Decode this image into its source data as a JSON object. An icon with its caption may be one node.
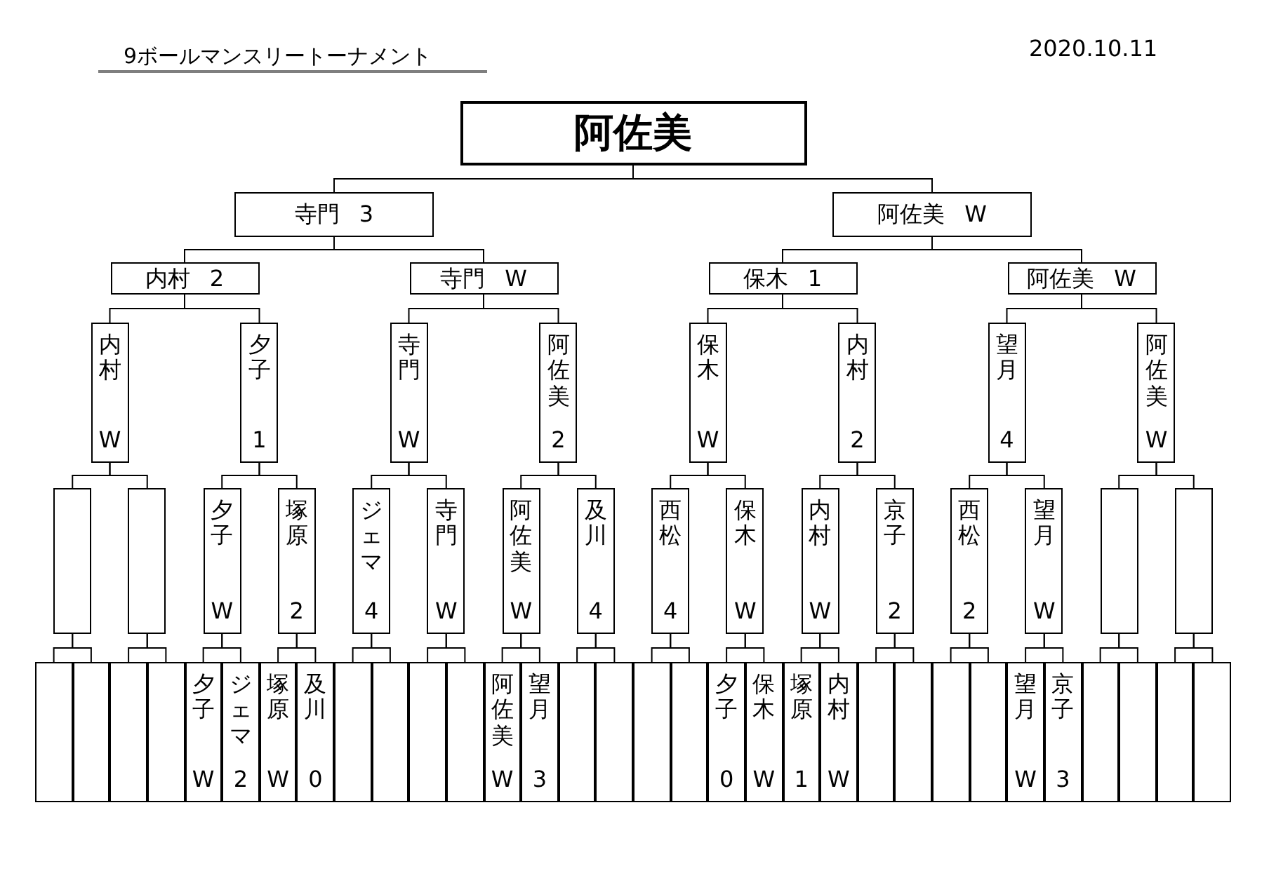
{
  "diagram": {
    "labels": [
      "9ボールマンスリートーナメント",
      "2020.10.11"
    ],
    "nodes": [
      {
        "text": [
          "阿佐美"
        ]
      },
      {
        "text": [
          "寺門",
          "3"
        ]
      },
      {
        "text": [
          "阿佐美",
          "W"
        ]
      },
      {
        "text": [
          "内村",
          "2"
        ]
      },
      {
        "text": [
          "寺門",
          "W"
        ]
      },
      {
        "text": [
          "保木",
          "1"
        ]
      },
      {
        "text": [
          "阿佐美",
          "W"
        ]
      },
      {
        "text": [
          "内村",
          "W"
        ]
      },
      {
        "text": [
          "夕子",
          "1"
        ]
      },
      {
        "text": [
          "寺門",
          "W"
        ]
      },
      {
        "text": [
          "阿佐美",
          "2"
        ]
      },
      {
        "text": [
          "保木",
          "W"
        ]
      },
      {
        "text": [
          "内村",
          "2"
        ]
      },
      {
        "text": [
          "望月",
          "4"
        ]
      },
      {
        "text": [
          "阿佐美",
          "W"
        ]
      },
      {
        "text": [],
        "shape": "box"
      },
      {
        "text": [],
        "shape": "box"
      },
      {
        "text": [
          "夕子",
          "W"
        ]
      },
      {
        "text": [
          "塚原",
          "2"
        ]
      },
      {
        "text": [
          "ジェマ",
          "4"
        ]
      },
      {
        "text": [
          "寺門",
          "W"
        ]
      },
      {
        "text": [
          "阿佐美",
          "W"
        ]
      },
      {
        "text": [
          "及川",
          "4"
        ]
      },
      {
        "text": [
          "西松",
          "4"
        ]
      },
      {
        "text": [
          "保木",
          "W"
        ]
      },
      {
        "text": [
          "内村",
          "W"
        ]
      },
      {
        "text": [
          "京子",
          "2"
        ]
      },
      {
        "text": [
          "西松",
          "2"
        ]
      },
      {
        "text": [
          "望月",
          "W"
        ]
      },
      {
        "text": [],
        "shape": "box"
      },
      {
        "text": [],
        "shape": "box"
      },
      {
        "text": [],
        "shape": "box"
      },
      {
        "text": [],
        "shape": "box"
      },
      {
        "text": [],
        "shape": "box"
      },
      {
        "text": [],
        "shape": "box"
      },
      {
        "text": [
          "夕子",
          "W"
        ]
      },
      {
        "text": [
          "ジェマ",
          "2"
        ]
      },
      {
        "text": [
          "塚原",
          "W"
        ]
      },
      {
        "text": [
          "及川",
          "0"
        ]
      },
      {
        "text": [],
        "shape": "box"
      },
      {
        "text": [],
        "shape": "box"
      },
      {
        "text": [],
        "shape": "box"
      },
      {
        "text": [],
        "shape": "box"
      },
      {
        "text": [
          "阿佐美",
          "W"
        ]
      },
      {
        "text": [
          "望月",
          "3"
        ]
      },
      {
        "text": [],
        "shape": "box"
      },
      {
        "text": [],
        "shape": "box"
      },
      {
        "text": [],
        "shape": "box"
      },
      {
        "text": [],
        "shape": "box"
      },
      {
        "text": [
          "夕子",
          "0"
        ]
      },
      {
        "text": [
          "保木",
          "W"
        ]
      },
      {
        "text": [
          "塚原",
          "1"
        ]
      },
      {
        "text": [
          "内村",
          "W"
        ]
      },
      {
        "text": [],
        "shape": "box"
      },
      {
        "text": [],
        "shape": "box"
      },
      {
        "text": [],
        "shape": "box"
      },
      {
        "text": [],
        "shape": "box"
      },
      {
        "text": [
          "望月",
          "W"
        ]
      },
      {
        "text": [
          "京子",
          "3"
        ]
      },
      {
        "text": [],
        "shape": "box"
      },
      {
        "text": [],
        "shape": "box"
      },
      {
        "text": [],
        "shape": "box"
      },
      {
        "text": [],
        "shape": "box"
      }
    ],
    "edges": [
      {
        "from": 1,
        "to": 0,
        "arrow": "none"
      },
      {
        "from": 2,
        "to": 0,
        "arrow": "none"
      },
      {
        "from": 3,
        "to": 1,
        "arrow": "none"
      },
      {
        "from": 4,
        "to": 1,
        "arrow": "none"
      },
      {
        "from": 5,
        "to": 2,
        "arrow": "none"
      },
      {
        "from": 6,
        "to": 2,
        "arrow": "none"
      },
      {
        "from": 7,
        "to": 3,
        "arrow": "none"
      },
      {
        "from": 8,
        "to": 3,
        "arrow": "none"
      },
      {
        "from": 9,
        "to": 4,
        "arrow": "none"
      },
      {
        "from": 10,
        "to": 4,
        "arrow": "none"
      },
      {
        "from": 11,
        "to": 5,
        "arrow": "none"
      },
      {
        "from": 12,
        "to": 5,
        "arrow": "none"
      },
      {
        "from": 13,
        "to": 6,
        "arrow": "none"
      },
      {
        "from": 14,
        "to": 6,
        "arrow": "none"
      },
      {
        "from": 15,
        "to": 7,
        "arrow": "none"
      },
      {
        "from": 16,
        "to": 7,
        "arrow": "none"
      },
      {
        "from": 17,
        "to": 8,
        "arrow": "none"
      },
      {
        "from": 18,
        "to": 8,
        "arrow": "none"
      },
      {
        "from": 19,
        "to": 9,
        "arrow": "none"
      },
      {
        "from": 20,
        "to": 9,
        "arrow": "none"
      },
      {
        "from": 21,
        "to": 10,
        "arrow": "none"
      },
      {
        "from": 22,
        "to": 10,
        "arrow": "none"
      },
      {
        "from": 23,
        "to": 11,
        "arrow": "none"
      },
      {
        "from": 24,
        "to": 11,
        "arrow": "none"
      },
      {
        "from": 25,
        "to": 12,
        "arrow": "none"
      },
      {
        "from": 26,
        "to": 12,
        "arrow": "none"
      },
      {
        "from": 27,
        "to": 13,
        "arrow": "none"
      },
      {
        "from": 28,
        "to": 13,
        "arrow": "none"
      },
      {
        "from": 29,
        "to": 14,
        "arrow": "none"
      },
      {
        "from": 30,
        "to": 14,
        "arrow": "none"
      },
      {
        "from": 31,
        "to": 15,
        "arrow": "none"
      },
      {
        "from": 32,
        "to": 15,
        "arrow": "none"
      },
      {
        "from": 33,
        "to": 16,
        "arrow": "none"
      },
      {
        "from": 34,
        "to": 16,
        "arrow": "none"
      },
      {
        "from": 35,
        "to": 17,
        "arrow": "none"
      },
      {
        "from": 36,
        "to": 17,
        "arrow": "none"
      },
      {
        "from": 37,
        "to": 18,
        "arrow": "none"
      },
      {
        "from": 38,
        "to": 18,
        "arrow": "none"
      },
      {
        "from": 39,
        "to": 19,
        "arrow": "none"
      },
      {
        "from": 40,
        "to": 19,
        "arrow": "none"
      },
      {
        "from": 41,
        "to": 20,
        "arrow": "none"
      },
      {
        "from": 42,
        "to": 20,
        "arrow": "none"
      },
      {
        "from": 43,
        "to": 21,
        "arrow": "none"
      },
      {
        "from": 44,
        "to": 21,
        "arrow": "none"
      },
      {
        "from": 45,
        "to": 22,
        "arrow": "none"
      },
      {
        "from": 46,
        "to": 22,
        "arrow": "none"
      },
      {
        "from": 47,
        "to": 23,
        "arrow": "none"
      },
      {
        "from": 48,
        "to": 23,
        "arrow": "none"
      },
      {
        "from": 49,
        "to": 24,
        "arrow": "none"
      },
      {
        "from": 50,
        "to": 24,
        "arrow": "none"
      },
      {
        "from": 51,
        "to": 25,
        "arrow": "none"
      },
      {
        "from": 52,
        "to": 25,
        "arrow": "none"
      },
      {
        "from": 53,
        "to": 26,
        "arrow": "none"
      },
      {
        "from": 54,
        "to": 26,
        "arrow": "none"
      },
      {
        "from": 55,
        "to": 27,
        "arrow": "none"
      },
      {
        "from": 56,
        "to": 27,
        "arrow": "none"
      },
      {
        "from": 57,
        "to": 28,
        "arrow": "none"
      },
      {
        "from": 58,
        "to": 28,
        "arrow": "none"
      },
      {
        "from": 59,
        "to": 29,
        "arrow": "none"
      },
      {
        "from": 60,
        "to": 29,
        "arrow": "none"
      },
      {
        "from": 61,
        "to": 30,
        "arrow": "none"
      },
      {
        "from": 62,
        "to": 30,
        "arrow": "none"
      }
    ]
  }
}
